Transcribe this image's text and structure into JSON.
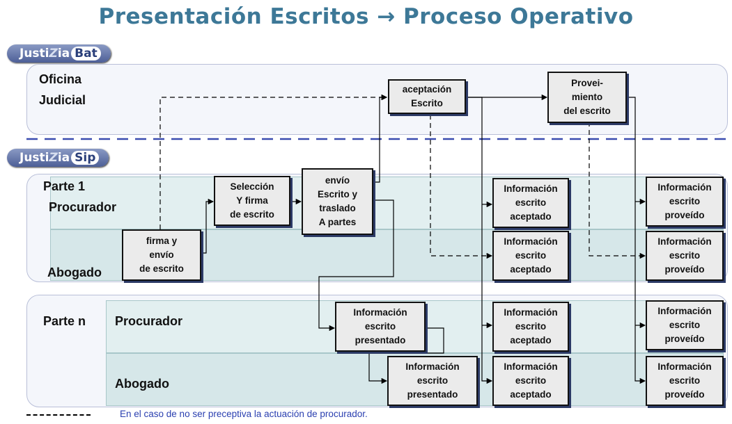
{
  "title": "Presentación Escritos → Proceso Operativo",
  "logos": {
    "bat": {
      "prefix": "Justi",
      "z": "Z",
      "mid": "ia",
      "suffix": "Bat"
    },
    "sip": {
      "prefix": "Justi",
      "z": "Z",
      "mid": "ia",
      "suffix": "Sip"
    }
  },
  "labels": {
    "oficina": "Oficina",
    "judicial": "Judicial",
    "parte1": "Parte 1",
    "procurador1": "Procurador",
    "abogado1": "Abogado",
    "parten": "Parte n",
    "procuradorn": "Procurador",
    "abogadon": "Abogado"
  },
  "boxes": {
    "aceptacion": "aceptación\nEscrito",
    "proveimiento": "Provei-\nmiento\ndel escrito",
    "seleccion": "Selección\nY firma\nde escrito",
    "envio": "envío\nEscrito y\ntraslado\nA partes",
    "firma": "firma y\nenvío\nde escrito",
    "info_acep_p1_proc": "Información\nescrito\naceptado",
    "info_prov_p1_proc": "Información\nescrito\nproveído",
    "info_acep_p1_abog": "Información\nescrito\naceptado",
    "info_prov_p1_abog": "Información\nescrito\nproveído",
    "info_pres_pn_proc": "Información\nescrito\npresentado",
    "info_acep_pn_proc": "Información\nescrito\naceptado",
    "info_prov_pn_proc": "Información\nescrito\nproveído",
    "info_pres_pn_abog": "Información\nescrito\npresentado",
    "info_acep_pn_abog": "Información\nescrito\naceptado",
    "info_prov_pn_abog": "Información\nescrito\nproveído"
  },
  "legend": {
    "text": "En el caso de no ser preceptiva la actuación de procurador."
  },
  "colors": {
    "title": "#3d7897",
    "separator": "#3a4cb0",
    "legend_text": "#2a3fb0"
  }
}
